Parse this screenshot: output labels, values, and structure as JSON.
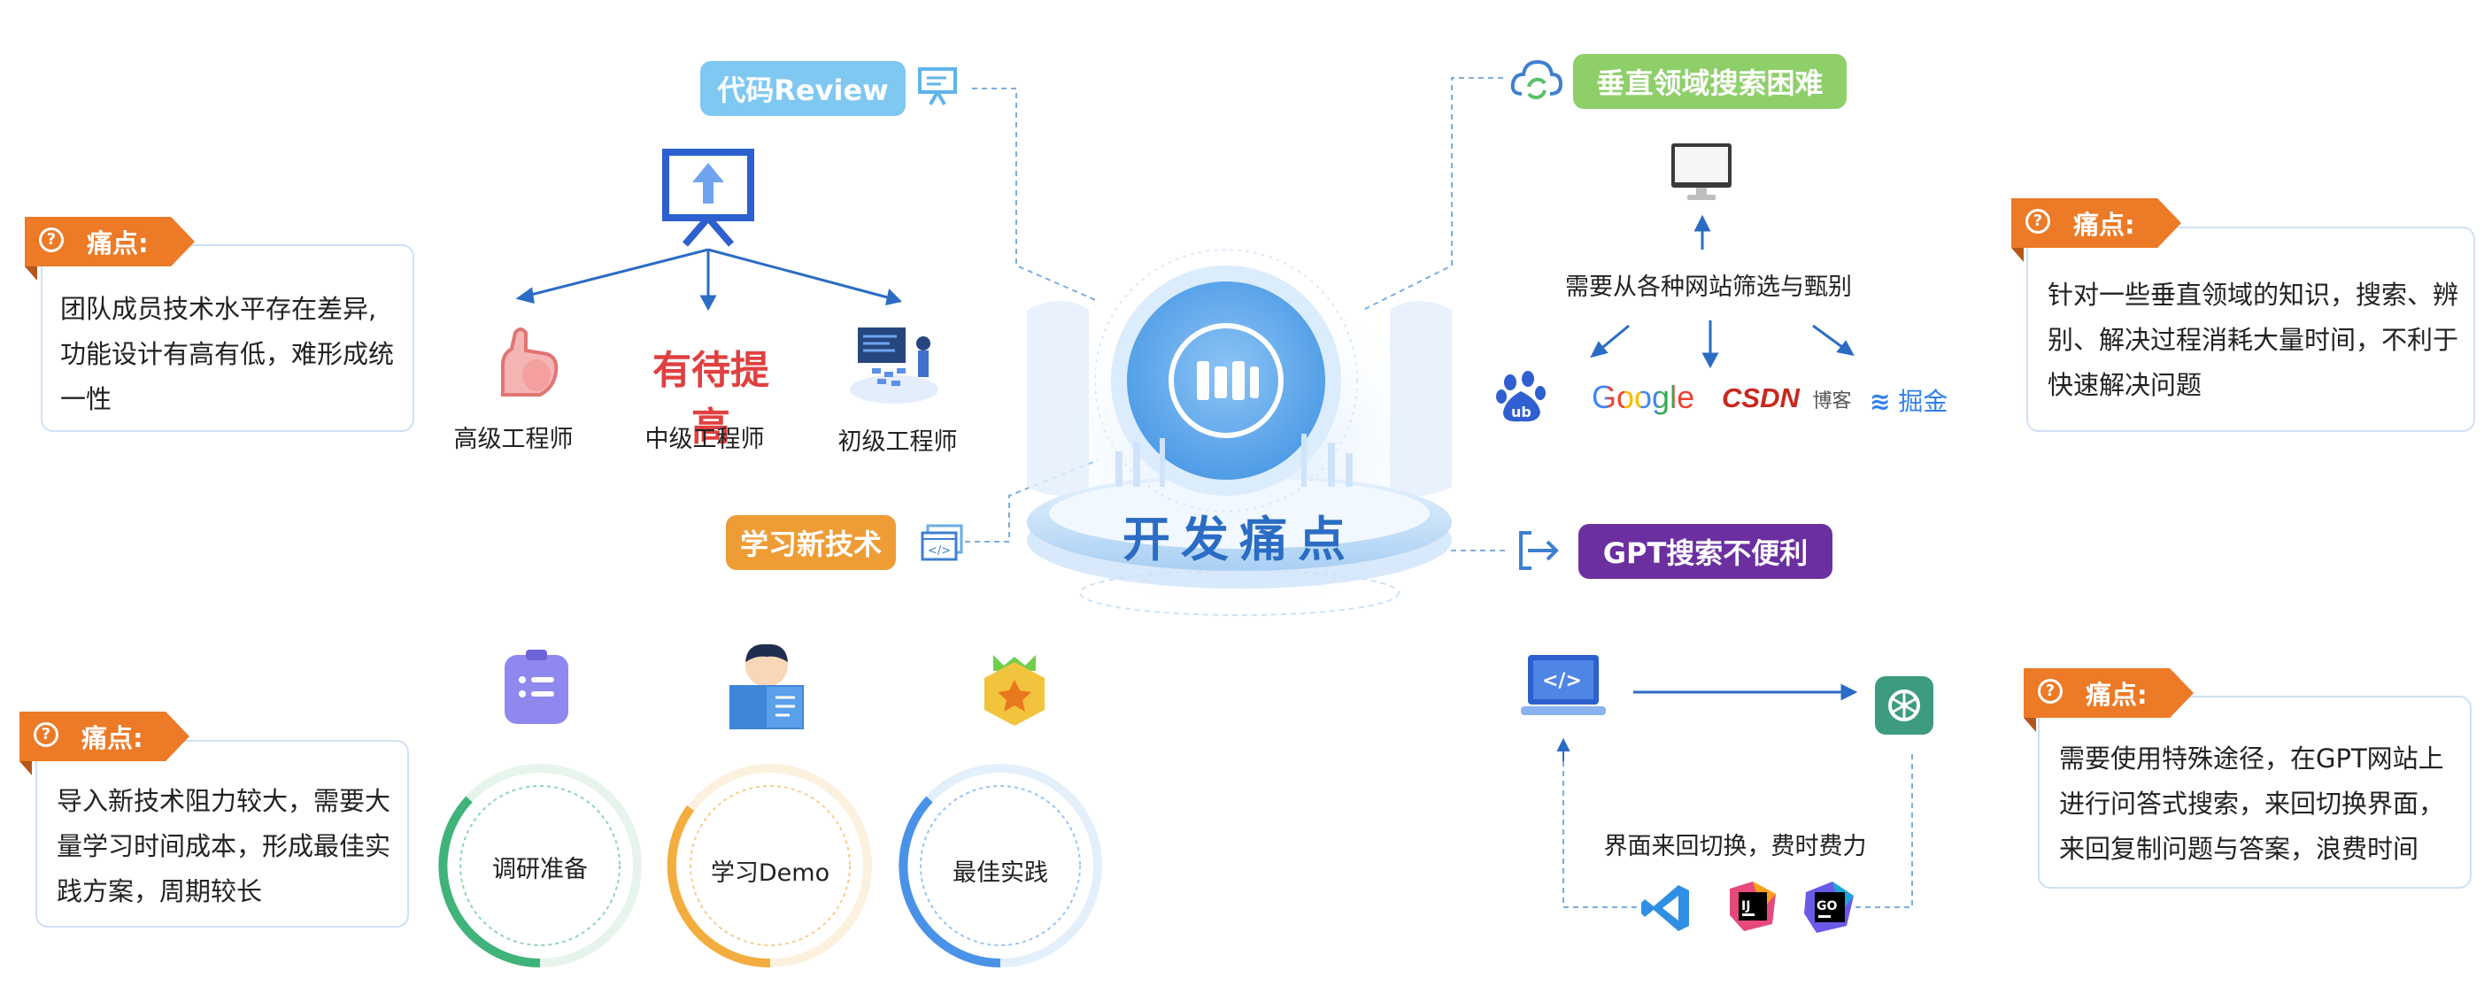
{
  "center": {
    "title": "开发痛点"
  },
  "topics": {
    "code_review": "代码Review",
    "vertical_search": "垂直领域搜索困难",
    "learn_tech": "学习新技术",
    "gpt_search": "GPT搜索不便利"
  },
  "pain_label": "痛点:",
  "pain_points": {
    "top_left": [
      "团队成员技术水平存在差异,",
      "功能设计有高有低，难形成统",
      "一性"
    ],
    "top_right": [
      "针对一些垂直领域的知识，搜索、辨",
      "别、解决过程消耗大量时间，不利于",
      "快速解决问题"
    ],
    "bottom_left": [
      "导入新技术阻力较大，需要大",
      "量学习时间成本，形成最佳实",
      "践方案，周期较长"
    ],
    "bottom_right": [
      "需要使用特殊途径，在GPT网站上",
      "进行问答式搜索，来回切换界面，",
      "来回复制问题与答案，浪费时间"
    ]
  },
  "engineers": {
    "improve_text": "有待提高",
    "senior": "高级工程师",
    "middle": "中级工程师",
    "junior": "初级工程师"
  },
  "search": {
    "caption": "需要从各种网站筛选与甄别",
    "sites": {
      "baidu": "ub",
      "google": "Google",
      "csdn": "CSDN",
      "csdn_sub": "博客",
      "juejin": "掘金"
    }
  },
  "learning_steps": [
    "调研准备",
    "学习Demo",
    "最佳实践"
  ],
  "gpt": {
    "caption": "界面来回切换，费时费力",
    "ide_badges": {
      "idea": "IJ",
      "goland": "GO"
    }
  },
  "colors": {
    "code_review": "#7ec8f2",
    "vertical_search": "#8ecf6a",
    "learn_tech": "#ee9d36",
    "gpt_search": "#6b2fa0",
    "pain_tag": "#ec7a26",
    "center_blue": "#2b6cc4"
  }
}
